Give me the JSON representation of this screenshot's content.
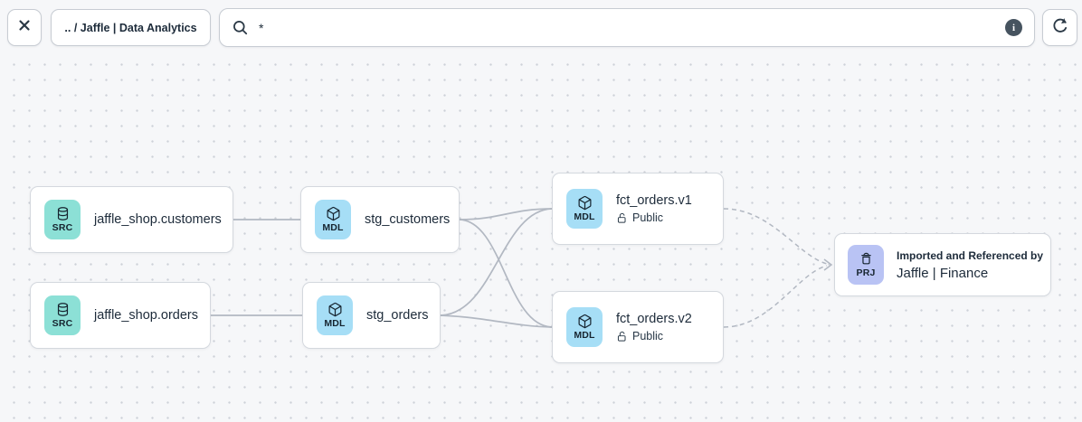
{
  "toolbar": {
    "breadcrumb": ".. / Jaffle | Data Analytics",
    "search": {
      "value": "*"
    },
    "info_glyph": "i"
  },
  "graph": {
    "nodes": [
      {
        "id": "jaffle_shop.customers",
        "type": "SRC",
        "label": "jaffle_shop.customers"
      },
      {
        "id": "jaffle_shop.orders",
        "type": "SRC",
        "label": "jaffle_shop.orders"
      },
      {
        "id": "stg_customers",
        "type": "MDL",
        "label": "stg_customers"
      },
      {
        "id": "stg_orders",
        "type": "MDL",
        "label": "stg_orders"
      },
      {
        "id": "fct_orders.v1",
        "type": "MDL",
        "label": "fct_orders.v1",
        "access": "Public"
      },
      {
        "id": "fct_orders.v2",
        "type": "MDL",
        "label": "fct_orders.v2",
        "access": "Public"
      },
      {
        "id": "jaffle_finance",
        "type": "PRJ",
        "caption": "Imported and Referenced by",
        "label": "Jaffle | Finance"
      }
    ],
    "edges": [
      {
        "from": "jaffle_shop.customers",
        "to": "stg_customers",
        "style": "solid"
      },
      {
        "from": "jaffle_shop.orders",
        "to": "stg_orders",
        "style": "solid"
      },
      {
        "from": "stg_customers",
        "to": "fct_orders.v1",
        "style": "solid"
      },
      {
        "from": "stg_customers",
        "to": "fct_orders.v2",
        "style": "solid"
      },
      {
        "from": "stg_orders",
        "to": "fct_orders.v1",
        "style": "solid"
      },
      {
        "from": "stg_orders",
        "to": "fct_orders.v2",
        "style": "solid"
      },
      {
        "from": "fct_orders.v1",
        "to": "jaffle_finance",
        "style": "dashed"
      },
      {
        "from": "fct_orders.v2",
        "to": "jaffle_finance",
        "style": "dashed"
      }
    ]
  },
  "colors": {
    "source_badge": "#8ce0d6",
    "model_badge": "#a6def6",
    "project_badge": "#b9c3f4",
    "edge": "#b2b8c2",
    "text": "#1d2b3a",
    "canvas_background": "#f6f7f9"
  }
}
